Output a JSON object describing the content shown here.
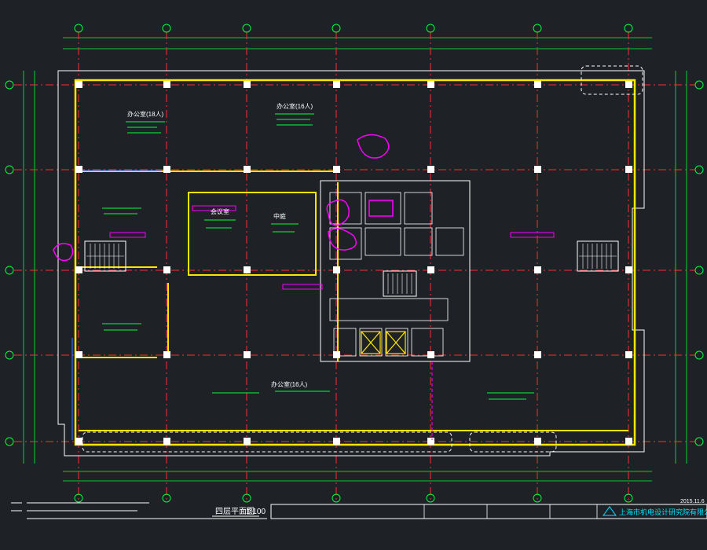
{
  "plan": {
    "title": "四层平面图",
    "scale": "1:100",
    "date": "2015.11.6",
    "company": "上海市机电设计研究院有限公司",
    "rooms": [
      {
        "id": "office-nw",
        "label": "办公室(18人)"
      },
      {
        "id": "office-n",
        "label": "办公室(16人)"
      },
      {
        "id": "meeting",
        "label": "会议室"
      },
      {
        "id": "lobby",
        "label": "中庭"
      },
      {
        "id": "office-s",
        "label": "办公室(16人)"
      }
    ]
  },
  "colors": {
    "background": "#1e2126",
    "wall": "#ffe600",
    "grid_axis": "#ff2d2d",
    "dimension": "#00ff3c",
    "column": "#ffffff",
    "stair": "#ff00ff",
    "annotation": "#3a6bff"
  }
}
